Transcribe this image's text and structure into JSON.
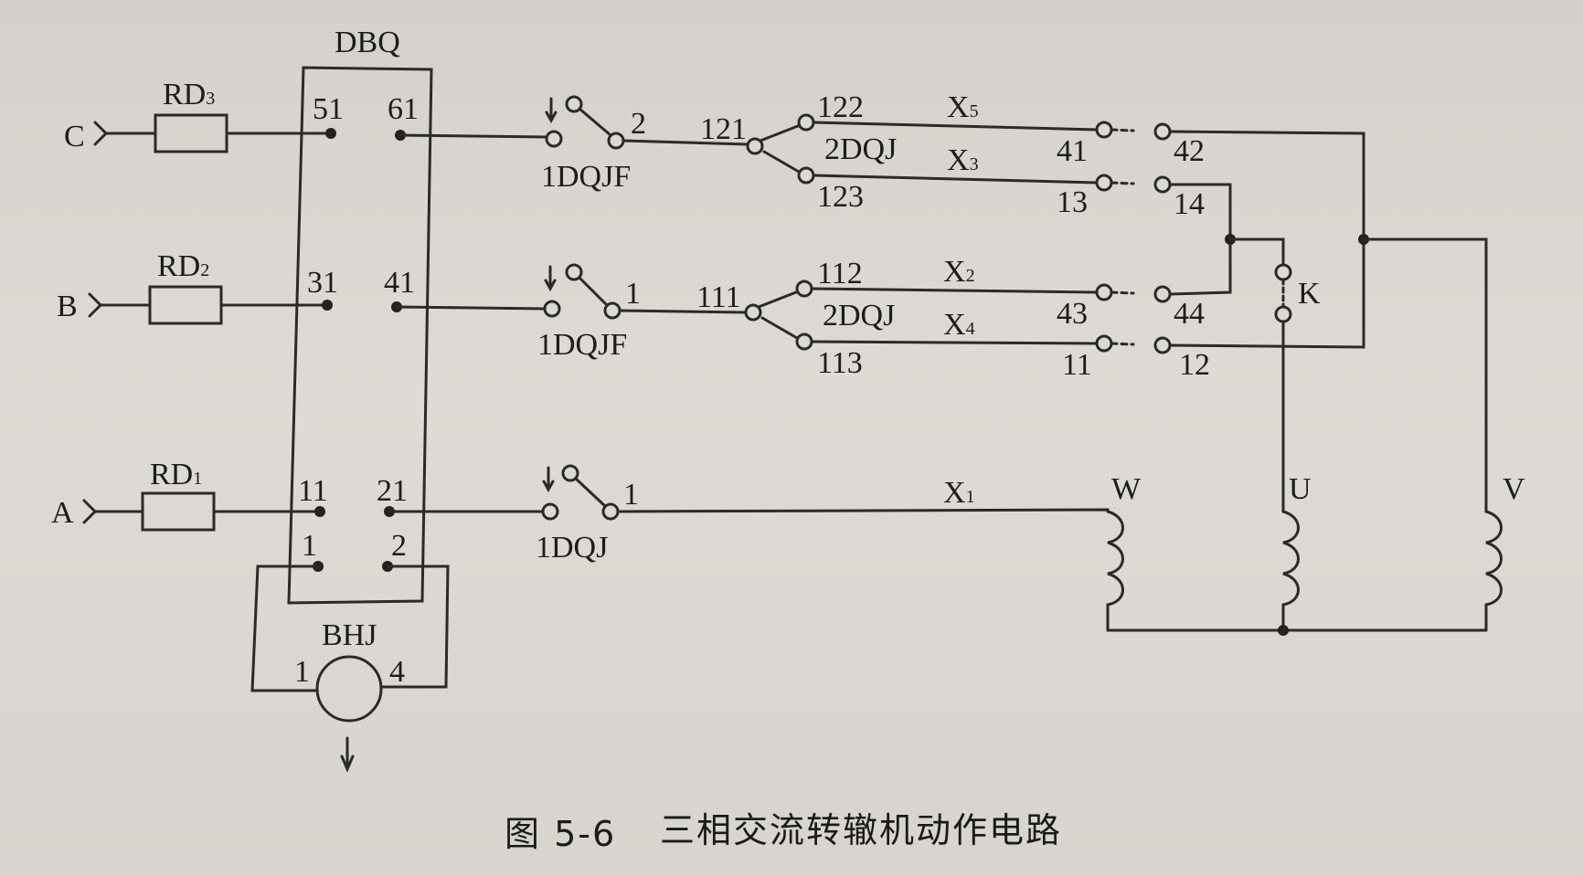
{
  "caption": {
    "figure_no": "图 5-6",
    "title": "三相交流转辙机动作电路"
  },
  "components": {
    "dbq": "DBQ",
    "bhj": "BHJ",
    "fuses": {
      "rd3": "RD",
      "rd3_sub": "3",
      "rd2": "RD",
      "rd2_sub": "2",
      "rd1": "RD",
      "rd1_sub": "1"
    },
    "phases": {
      "c": "C",
      "b": "B",
      "a": "A"
    },
    "dbq_terminals": {
      "t51": "51",
      "t61": "61",
      "t31": "31",
      "t41": "41",
      "t11": "11",
      "t21": "21",
      "t1": "1",
      "t2": "2"
    },
    "bhj_terminals": {
      "b1": "1",
      "b4": "4"
    },
    "contacts": {
      "c_label": "1DQJF",
      "c_no": "2",
      "b_label": "1DQJF",
      "b_no": "1",
      "a_label": "1DQJ",
      "a_no": "1"
    },
    "dqj2_c": {
      "label": "2DQJ",
      "common": "121",
      "upper": "122",
      "lower": "123"
    },
    "dqj2_b": {
      "label": "2DQJ",
      "common": "111",
      "upper": "112",
      "lower": "113"
    },
    "lines": {
      "x": "X",
      "x5": "5",
      "x3": "3",
      "x2": "2",
      "x4": "4",
      "x1": "1"
    },
    "auto_switch": {
      "t41": "41",
      "t42": "42",
      "t13": "13",
      "t14": "14",
      "t43": "43",
      "t44": "44",
      "t11": "11",
      "t12": "12"
    },
    "k": "K",
    "motor": {
      "w": "W",
      "u": "U",
      "v": "V"
    }
  }
}
